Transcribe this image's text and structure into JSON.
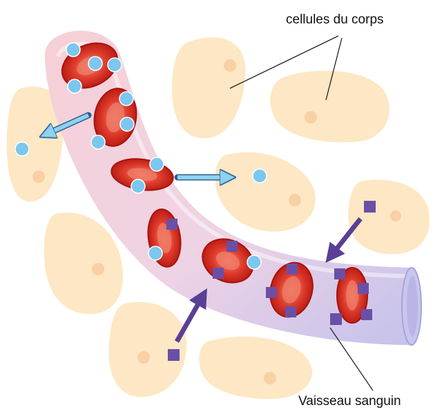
{
  "labels": {
    "body_cells": "cellules du corps",
    "blood_vessel": "Vaisseau sanguin"
  },
  "colors": {
    "body_cell_fill": "#fde7c4",
    "body_cell_nucleus": "#f8d0a4",
    "vessel_wall": "#f5c9d2",
    "vessel_far_end": "#b9b6e6",
    "red_cell": "#d8281e",
    "red_cell_highlight": "#ef7a66",
    "oxygen_dot": "#7cc7ee",
    "co2_square": "#6a4fa6",
    "arrow_out": "#8fd1f2",
    "arrow_in": "#5a3f96"
  },
  "icons": {
    "oxygen": "light-blue-circle",
    "carbon_dioxide": "purple-square"
  }
}
